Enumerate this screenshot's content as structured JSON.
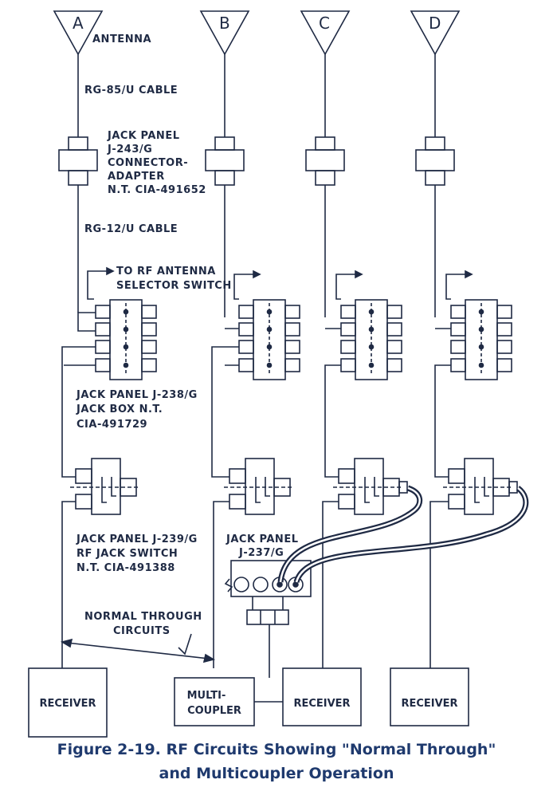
{
  "antennas": [
    "A",
    "B",
    "C",
    "D"
  ],
  "labels": {
    "antenna": "ANTENNA",
    "cable_top": "RG-85/U CABLE",
    "connector": [
      "JACK PANEL",
      "J-243/G",
      "CONNECTOR-",
      "ADAPTER",
      "N.T. CIA-491652"
    ],
    "cable_mid": "RG-12/U CABLE",
    "selector": [
      "TO RF ANTENNA",
      "SELECTOR SWITCH"
    ],
    "jack_box": [
      "JACK PANEL J-238/G",
      "JACK BOX N.T.",
      "CIA-491729"
    ],
    "jack_switch": [
      "JACK PANEL J-239/G",
      "RF JACK SWITCH",
      "N.T. CIA-491388"
    ],
    "multi_panel": [
      "JACK PANEL",
      "J-237/G"
    ],
    "normal_through": [
      "NORMAL THROUGH",
      "CIRCUITS"
    ]
  },
  "boxes": {
    "receiver_a": "RECEIVER",
    "multicoupler": [
      "MULTI-",
      "COUPLER"
    ],
    "receiver_c": "RECEIVER",
    "receiver_d": "RECEIVER"
  },
  "caption": {
    "line1": "Figure 2-19.   RF Circuits Showing \"Normal Through\"",
    "line2": "and Multicoupler Operation"
  },
  "colors": {
    "ink": "#1f2a44",
    "caption": "#1f3a6e"
  }
}
